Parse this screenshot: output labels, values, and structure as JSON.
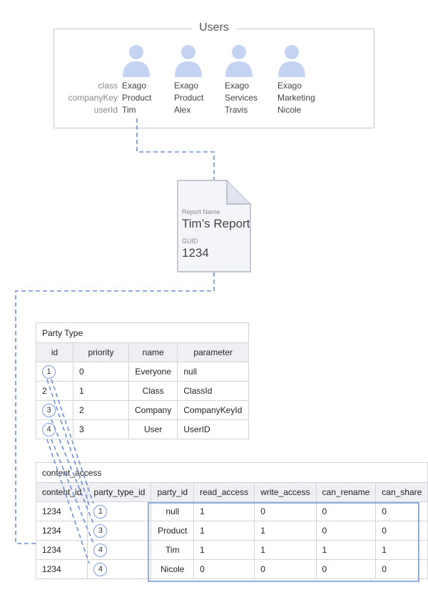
{
  "users": {
    "title": "Users",
    "labels": [
      "class",
      "companyKey",
      "userId"
    ],
    "people": [
      {
        "class": "Exago",
        "companyKey": "Product",
        "userId": "Tim"
      },
      {
        "class": "Exago",
        "companyKey": "Product",
        "userId": "Alex"
      },
      {
        "class": "Exago",
        "companyKey": "Services",
        "userId": "Travis"
      },
      {
        "class": "Exago",
        "companyKey": "Marketing",
        "userId": "Nicole"
      }
    ]
  },
  "report": {
    "name_label": "Report Name",
    "name": "Tim’s Report",
    "guid_label": "GUID",
    "guid": "1234"
  },
  "party_type": {
    "title": "Party Type",
    "headers": [
      "id",
      "priority",
      "name",
      "parameter"
    ],
    "rows": [
      [
        "1",
        "0",
        "Everyone",
        "null"
      ],
      [
        "2",
        "1",
        "Class",
        "ClassId"
      ],
      [
        "3",
        "2",
        "Company",
        "CompanyKeyId"
      ],
      [
        "4",
        "3",
        "User",
        "UserID"
      ]
    ]
  },
  "content_access": {
    "title": "content_access",
    "headers": [
      "content_id",
      "party_type_id",
      "party_id",
      "read_access",
      "write_access",
      "can_rename",
      "can_share"
    ],
    "rows": [
      [
        "1234",
        "1",
        "null",
        "1",
        "0",
        "0",
        "0"
      ],
      [
        "1234",
        "3",
        "Product",
        "1",
        "1",
        "0",
        "0"
      ],
      [
        "1234",
        "4",
        "Tim",
        "1",
        "1",
        "1",
        "1"
      ],
      [
        "1234",
        "4",
        "Nicole",
        "0",
        "0",
        "0",
        "0"
      ]
    ]
  },
  "colors": {
    "accent": "#7a9ae0",
    "connector": "#6e8fd6",
    "avatar": "#c5d3f3"
  }
}
